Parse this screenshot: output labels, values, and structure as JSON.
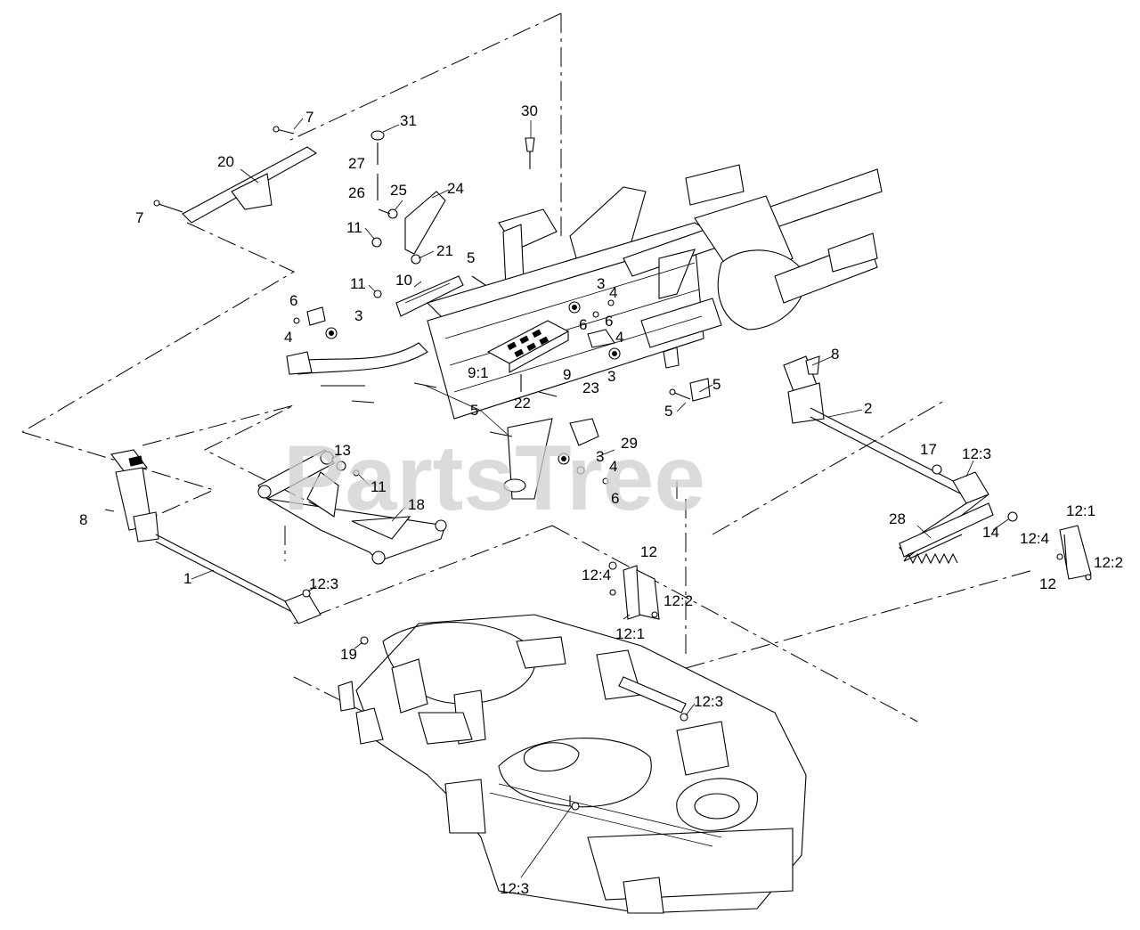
{
  "watermark": "PartsTree",
  "callouts": [
    {
      "id": "c7a",
      "label": "7"
    },
    {
      "id": "c31",
      "label": "31"
    },
    {
      "id": "c30",
      "label": "30"
    },
    {
      "id": "c20",
      "label": "20"
    },
    {
      "id": "c27",
      "label": "27"
    },
    {
      "id": "c26",
      "label": "26"
    },
    {
      "id": "c25",
      "label": "25"
    },
    {
      "id": "c24",
      "label": "24"
    },
    {
      "id": "c7b",
      "label": "7"
    },
    {
      "id": "c11a",
      "label": "11"
    },
    {
      "id": "c21",
      "label": "21"
    },
    {
      "id": "c5a",
      "label": "5"
    },
    {
      "id": "c11b",
      "label": "11"
    },
    {
      "id": "c10",
      "label": "10"
    },
    {
      "id": "c3a",
      "label": "3"
    },
    {
      "id": "c4a",
      "label": "4"
    },
    {
      "id": "c6a",
      "label": "6"
    },
    {
      "id": "c3b",
      "label": "3"
    },
    {
      "id": "c6b",
      "label": "6"
    },
    {
      "id": "c4b",
      "label": "4"
    },
    {
      "id": "c6c",
      "label": "6"
    },
    {
      "id": "c4c",
      "label": "4"
    },
    {
      "id": "c8a",
      "label": "8"
    },
    {
      "id": "c9_1",
      "label": "9:1"
    },
    {
      "id": "c9",
      "label": "9"
    },
    {
      "id": "c23",
      "label": "23"
    },
    {
      "id": "c3c",
      "label": "3"
    },
    {
      "id": "c5b",
      "label": "5"
    },
    {
      "id": "c22",
      "label": "22"
    },
    {
      "id": "c5c",
      "label": "5"
    },
    {
      "id": "c5d",
      "label": "5"
    },
    {
      "id": "c2",
      "label": "2"
    },
    {
      "id": "c29",
      "label": "29"
    },
    {
      "id": "c13",
      "label": "13"
    },
    {
      "id": "c3d",
      "label": "3"
    },
    {
      "id": "c17",
      "label": "17"
    },
    {
      "id": "c12_3a",
      "label": "12:3"
    },
    {
      "id": "c4d",
      "label": "4"
    },
    {
      "id": "c11c",
      "label": "11"
    },
    {
      "id": "c6d",
      "label": "6"
    },
    {
      "id": "c12_1a",
      "label": "12:1"
    },
    {
      "id": "c8b",
      "label": "8"
    },
    {
      "id": "c18",
      "label": "18"
    },
    {
      "id": "c28",
      "label": "28"
    },
    {
      "id": "c14",
      "label": "14"
    },
    {
      "id": "c12_4a",
      "label": "12:4"
    },
    {
      "id": "c12_2a",
      "label": "12:2"
    },
    {
      "id": "c12a",
      "label": "12"
    },
    {
      "id": "c12b",
      "label": "12"
    },
    {
      "id": "c12_4b",
      "label": "12:4"
    },
    {
      "id": "c1",
      "label": "1"
    },
    {
      "id": "c12_3b",
      "label": "12:3"
    },
    {
      "id": "c12_2b",
      "label": "12:2"
    },
    {
      "id": "c12_1b",
      "label": "12:1"
    },
    {
      "id": "c19",
      "label": "19"
    },
    {
      "id": "c12_3c",
      "label": "12:3"
    },
    {
      "id": "c12_3d",
      "label": "12:3"
    }
  ]
}
